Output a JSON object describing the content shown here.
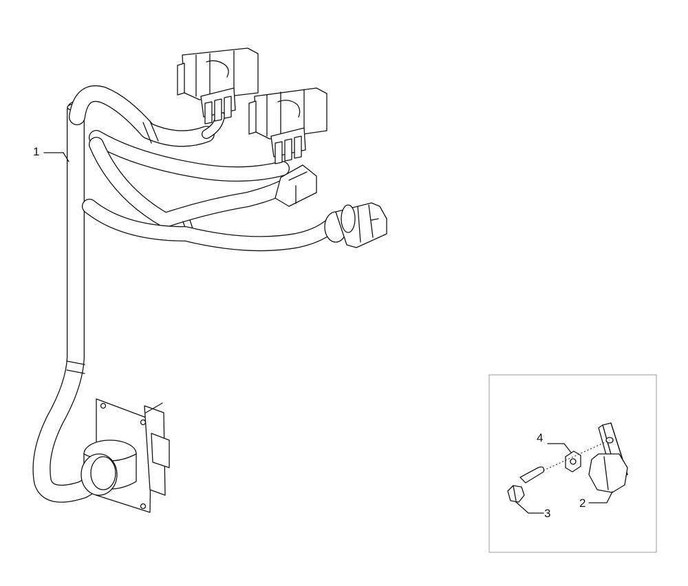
{
  "callouts": {
    "harness": "1",
    "clamp": "2",
    "bolt": "3",
    "nut": "4"
  }
}
